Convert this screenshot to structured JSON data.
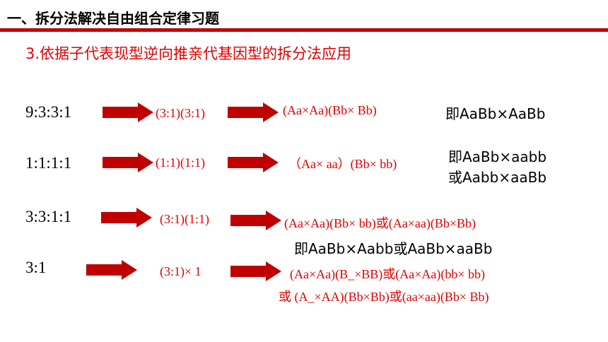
{
  "header": {
    "title": "一、拆分法解决自由组合定律习题"
  },
  "section": {
    "title": "3.依据子代表现型逆向推亲代基因型的拆分法应用"
  },
  "colors": {
    "accent_red": "#e00000",
    "bar_red": "#c00000",
    "text_black": "#000000"
  },
  "rows": [
    {
      "ratio": "9:3:3:1",
      "split": "(3:1)(3:1)",
      "cross": "(Aa×Aa)(Bb× Bb)",
      "result": "即AaBb×AaBb"
    },
    {
      "ratio": "1:1:1:1",
      "split": "(1:1)(1:1)",
      "cross": "（Aa× aa）(Bb× bb)",
      "result_line1": "即AaBb×aabb",
      "result_line2": "或Aabb×aaBb"
    },
    {
      "ratio": "3:3:1:1",
      "split": "(3:1)(1:1)",
      "cross": "(Aa×Aa)(Bb× bb)或(Aa×aa)(Bb×Bb)",
      "result": "即AaBb×Aabb或AaBb×aaBb"
    },
    {
      "ratio": "3:1",
      "split": "(3:1)× 1",
      "cross_line1": "(Aa×Aa)(B_×BB)或(Aa×Aa)(bb× bb)",
      "cross_line2": "或 (A_×AA)(Bb×Bb)或(aa×aa)(Bb× Bb)"
    }
  ]
}
